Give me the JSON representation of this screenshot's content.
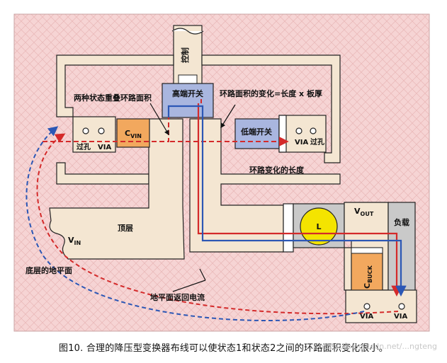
{
  "labels": {
    "control": "控制",
    "high_switch": "高端开关",
    "low_switch": "低端开关",
    "overlap_area": "两种状态重叠环路面积",
    "area_change": "环路面积的变化=长度 x 板厚",
    "change_length": "环路变化的长度",
    "via_hole_left": "过孔",
    "via_left": "VIA",
    "via_hole_right": "过孔",
    "via_right": "VIA",
    "cvin_main": "C",
    "cvin_sub": "VIN",
    "top_layer": "顶层",
    "vin_main": "V",
    "vin_sub": "IN",
    "vout_main": "V",
    "vout_sub": "OUT",
    "inductor": "L",
    "load": "负载",
    "cbuck_main": "C",
    "cbuck_sub": "BUCK",
    "bottom_ground": "底层的地平面",
    "ground_return": "地平面返回电流",
    "via_bottom_1": "VIA",
    "via_bottom_2": "VIA"
  },
  "caption": "图10. 合理的降压型变换器布线可以使状态1和状态2之间的环路面积变化很小。",
  "watermark": "https://blog.csdn.net/...ngteng",
  "colors": {
    "ground_plane": "#f6d4d4",
    "copper": "#f4e6d2",
    "switch_fill": "#a9b6df",
    "cap_fill": "#f2a85e",
    "inductor_fill": "#f4e400",
    "gray_part": "#c9c9c9",
    "current_red": "#d42a2a",
    "current_blue": "#2c57b5"
  }
}
